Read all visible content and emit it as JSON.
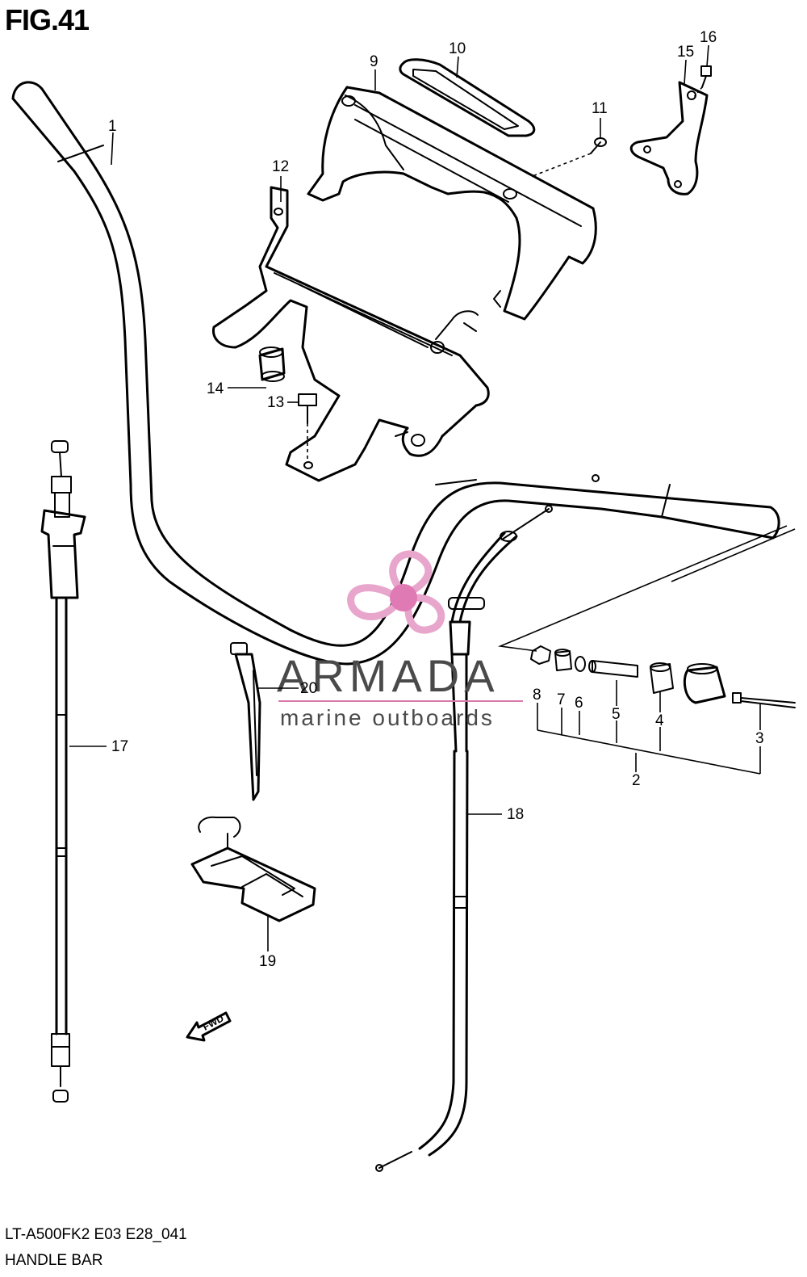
{
  "figure": {
    "title": "FIG.41",
    "model_code": "LT-A500FK2 E03 E28_041",
    "name": "HANDLE BAR"
  },
  "callouts": {
    "c1": "1",
    "c2": "2",
    "c3": "3",
    "c4": "4",
    "c5": "5",
    "c6": "6",
    "c7": "7",
    "c8": "8",
    "c9": "9",
    "c10": "10",
    "c11": "11",
    "c12": "12",
    "c13": "13",
    "c14": "14",
    "c15": "15",
    "c16": "16",
    "c17": "17",
    "c18": "18",
    "c19": "19",
    "c20": "20"
  },
  "direction_arrow": {
    "label": "FWD"
  },
  "watermark": {
    "brand": "ARMADA",
    "tagline": "marine outboards",
    "colors": {
      "logo": "#e8a6cc",
      "logo_center": "#e07ab4",
      "rule": "#d97aad",
      "text": "#4a4a4a"
    }
  }
}
